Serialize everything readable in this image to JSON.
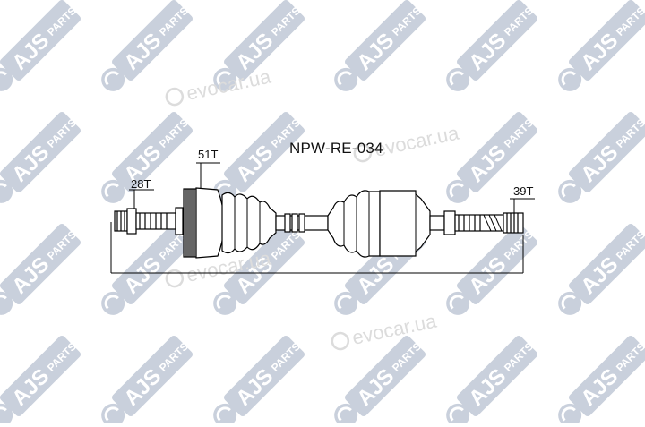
{
  "part_number": "NPW-RE-034",
  "spline_labels": {
    "outer_left": "28T",
    "abs_ring": "51T",
    "inner_right": "39T"
  },
  "watermark": {
    "logo_text": "AJS PARTS",
    "site_text": "evocar.ua"
  },
  "colors": {
    "logo_fill": "#c9d0dc",
    "logo_text": "#ffffff",
    "line": "#000000"
  }
}
